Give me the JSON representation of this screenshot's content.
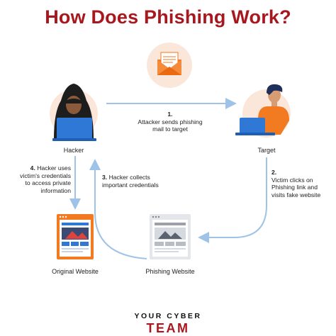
{
  "title": "How Does Phishing Work?",
  "nodes": {
    "hacker": "Hacker",
    "target": "Target",
    "original": "Original Website",
    "phishing": "Phishing Website"
  },
  "steps": [
    {
      "num": "1.",
      "lines": [
        "Attacker sends phishing",
        "mail to target"
      ]
    },
    {
      "num": "2.",
      "lines": [
        "Victim clicks on",
        "Phishing link and",
        "visits fake website"
      ]
    },
    {
      "num": "3.",
      "lines": [
        "Hacker collects",
        "important credentials"
      ]
    },
    {
      "num": "4.",
      "lines": [
        "Hacker uses",
        "victim's credentials",
        "to access private",
        "information"
      ]
    }
  ],
  "brand": {
    "line1": "YOUR CYBER",
    "line2": "TEAM"
  },
  "colors": {
    "title": "#a8171e",
    "arrow": "#9ec3e6",
    "orange": "#f27a21",
    "laptop": "#2f78d6",
    "hood": "#1d1d1d"
  },
  "icons": [
    "envelope-icon",
    "hacker-icon",
    "target-person-icon",
    "original-website-icon",
    "phishing-website-icon"
  ]
}
